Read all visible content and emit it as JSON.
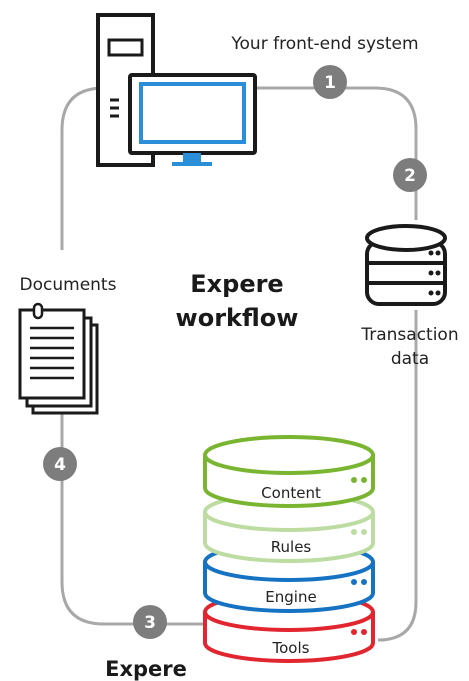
{
  "labels": {
    "front_end": "Your front-end system",
    "documents": "Documents",
    "transaction_line1": "Transaction",
    "transaction_line2": "data",
    "workflow_line1": "Expere",
    "workflow_line2": "workflow",
    "bottom_title": "Expere"
  },
  "steps": [
    "1",
    "2",
    "3",
    "4"
  ],
  "layers": [
    {
      "label": "Content",
      "color": "#79b530"
    },
    {
      "label": "Rules",
      "color": "#bcdca2"
    },
    {
      "label": "Engine",
      "color": "#1673c4"
    },
    {
      "label": "Tools",
      "color": "#e22630"
    }
  ],
  "colors": {
    "loop": "#a8a8a8",
    "badge": "#7d7d7d",
    "ink": "#1a1a1a",
    "monitor": "#2a8fd8"
  },
  "icons": [
    "computer-tower-icon",
    "monitor-icon",
    "database-icon",
    "documents-icon",
    "expere-stack-icon"
  ]
}
